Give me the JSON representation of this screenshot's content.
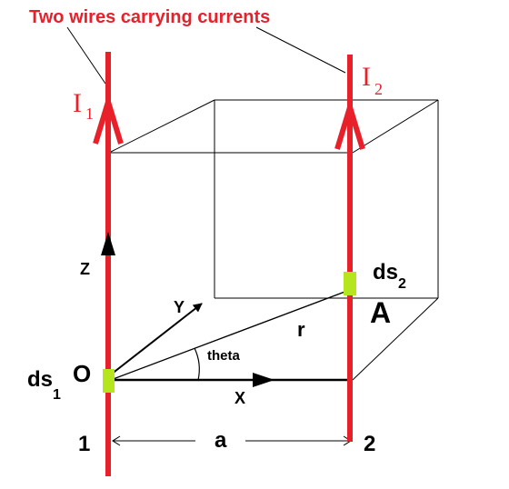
{
  "title": "Two wires carrying currents",
  "current_1": {
    "symbol": "I",
    "subscript": "1"
  },
  "current_2": {
    "symbol": "I",
    "subscript": "2"
  },
  "element_1": {
    "symbol": "ds",
    "subscript": "1"
  },
  "element_2": {
    "symbol": "ds",
    "subscript": "2"
  },
  "origin_label": "O",
  "point_label": "A",
  "axes": {
    "x": "X",
    "y": "Y",
    "z": "Z"
  },
  "distance_label": "r",
  "angle_label": "theta",
  "separation_label": "a",
  "wire_1_label": "1",
  "wire_2_label": "2",
  "colors": {
    "wire": "#e8202a",
    "element": "#b5e61d",
    "line": "#000000"
  }
}
